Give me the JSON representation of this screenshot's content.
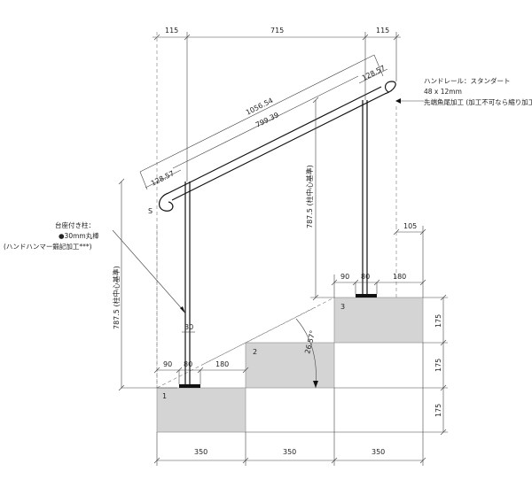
{
  "dimensions": {
    "top_left": "115",
    "top_mid": "715",
    "top_right": "115",
    "rail_length": "1056.54",
    "rail_inner": "799.39",
    "rail_end_top": "128.57",
    "rail_end_bottom": "128.57",
    "post_height_left": "787.5 (柱中心基準)",
    "post_height_right": "787.5 (柱中心基準)",
    "base_left_a": "90",
    "base_left_b": "80",
    "base_left_c": "180",
    "base_right_a": "90",
    "base_right_b": "80",
    "base_right_c": "180",
    "right_offset": "105",
    "post_small": "30",
    "angle": "26.57°",
    "step_h1": "175",
    "step_h2": "175",
    "step_h3": "175",
    "tread1": "350",
    "tread2": "350",
    "tread3": "350"
  },
  "labels": {
    "step1": "1",
    "step2": "2",
    "step3": "3",
    "s_mark": "S"
  },
  "notes": {
    "handrail_title": "ハンドレール：スタンダート",
    "handrail_size": "48 x 12mm",
    "handrail_tip": "先端魚尾加工 (加工不可なら縮り加工)",
    "post_title": "台座付き柱：",
    "post_bar": "●30mm丸棒",
    "post_finish": "(ハンドハンマー鍛記加工***)"
  },
  "colors": {
    "step_fill": "#d4d4d4",
    "line": "#111111"
  }
}
